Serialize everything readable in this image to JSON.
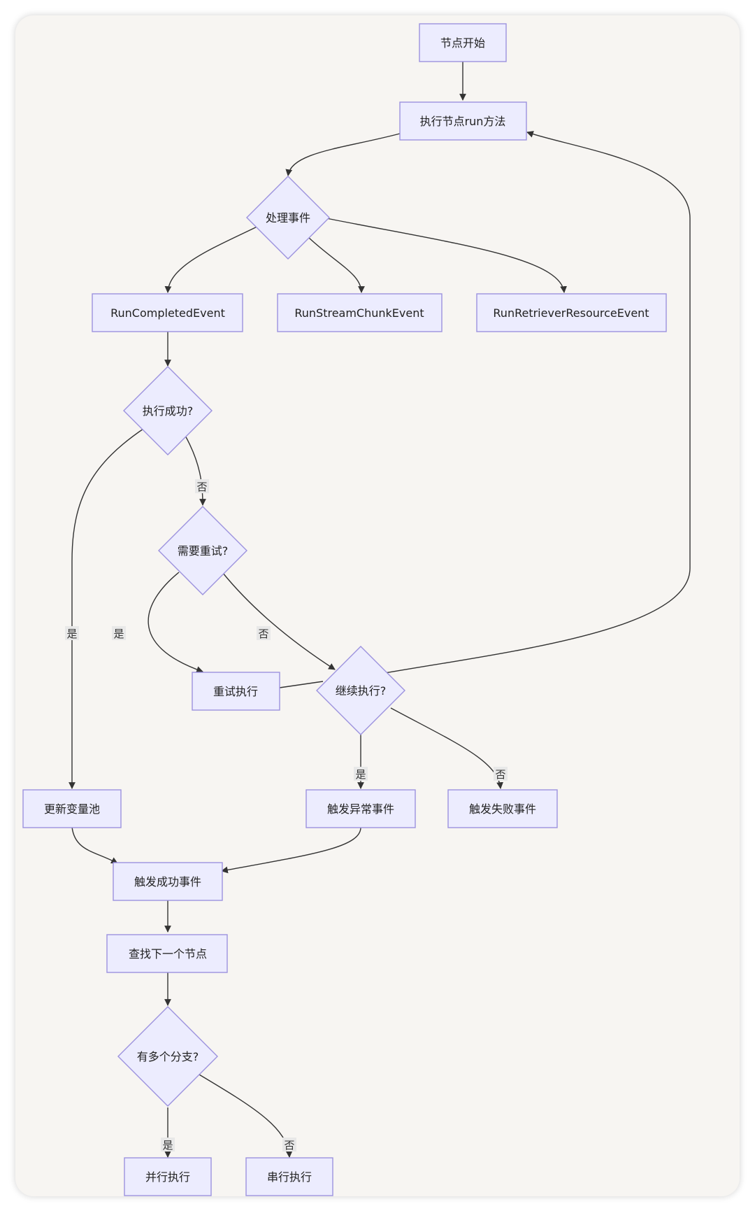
{
  "nodes": {
    "start": "节点开始",
    "run_method": "执行节点run方法",
    "handle_event": "处理事件",
    "run_completed": "RunCompletedEvent",
    "run_stream_chunk": "RunStreamChunkEvent",
    "run_retriever_resource": "RunRetrieverResourceEvent",
    "exec_success": "执行成功?",
    "need_retry": "需要重试?",
    "retry_exec": "重试执行",
    "continue_exec": "继续执行?",
    "update_var_pool": "更新变量池",
    "trigger_exception": "触发异常事件",
    "trigger_failure": "触发失败事件",
    "trigger_success": "触发成功事件",
    "find_next": "查找下一个节点",
    "multi_branch": "有多个分支?",
    "parallel_exec": "并行执行",
    "serial_exec": "串行执行"
  },
  "edge_labels": {
    "success_no": "否",
    "success_yes": "是",
    "retry_yes": "是",
    "retry_no": "否",
    "continue_yes": "是",
    "continue_no": "否",
    "branch_yes": "是",
    "branch_no": "否"
  },
  "colors": {
    "node_fill": "#ececfe",
    "node_stroke": "#9c92de",
    "edge": "#333333",
    "background": "#f7f5f2"
  }
}
